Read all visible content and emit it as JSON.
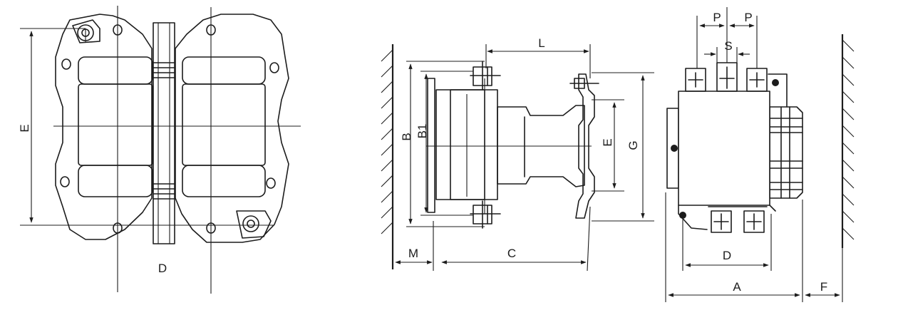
{
  "labels": {
    "front_view": {
      "E": "E",
      "D": "D"
    },
    "side_view": {
      "L": "L",
      "B": "B",
      "B1": "B1",
      "E": "E",
      "G": "G",
      "M": "M",
      "C": "C"
    },
    "top_view": {
      "P_left": "P",
      "P_right": "P",
      "S": "S",
      "D": "D",
      "A": "A",
      "F": "F"
    }
  },
  "colors": {
    "line": "#1c1c1c",
    "background": "#ffffff"
  }
}
